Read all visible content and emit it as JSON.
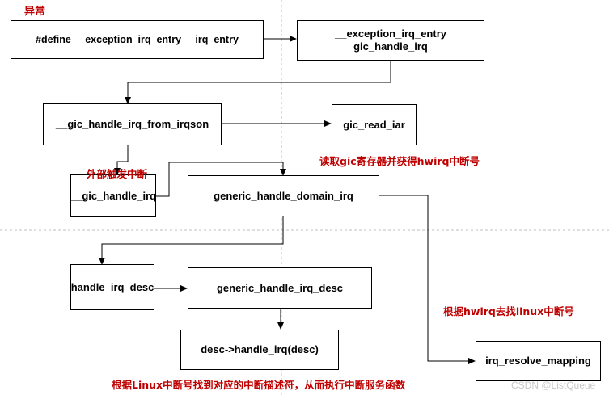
{
  "boxes": {
    "define": "#define __exception_irq_entry    __irq_entry",
    "exception_gic": "__exception_irq_entry\ngic_handle_irq",
    "gic_handle_irq_from_irqson": "__gic_handle_irq_from_irqson",
    "gic_read_iar": "gic_read_iar",
    "gic_handle_irq": "__gic_handle_irq",
    "generic_handle_domain_irq": "generic_handle_domain_irq",
    "handle_irq_desc": "handle_irq_desc",
    "generic_handle_irq_desc": "generic_handle_irq_desc",
    "desc_handle_irq": "desc->handle_irq(desc)",
    "irq_resolve_mapping": "irq_resolve_mapping"
  },
  "notes": {
    "exception": "异常",
    "external_trigger": "外部触发中断",
    "read_gic": "读取gic寄存器并获得hwirq中断号",
    "find_linux_irq": "根据hwirq去找linux中断号",
    "execute_service": "根据Linux中断号找到对应的中断描述符，从而执行中断服务函数"
  },
  "watermark": "CSDN @ListQueue"
}
